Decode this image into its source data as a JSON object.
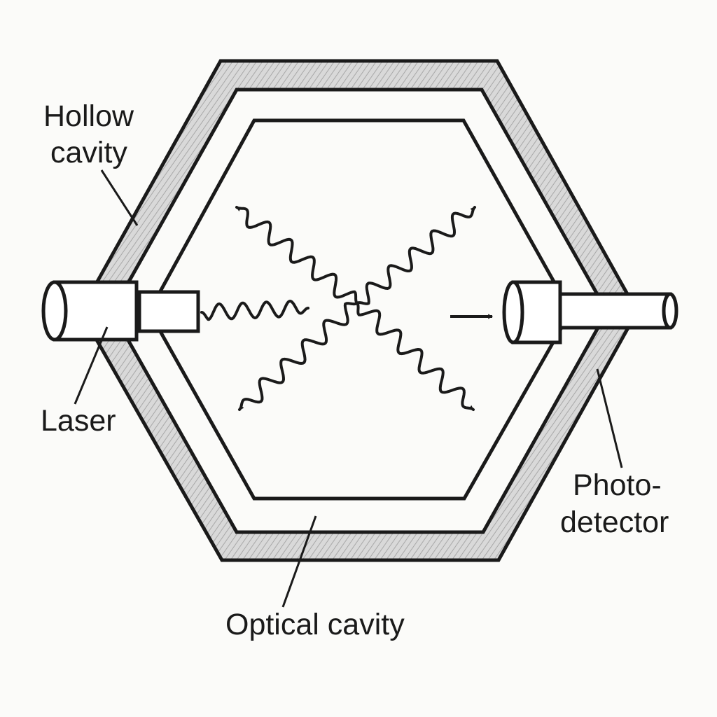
{
  "colors": {
    "background": "#fbfbf9",
    "ink": "#1a1a1a",
    "shell": "#d9d9d9",
    "hatch": "#a8a8a8"
  },
  "labels": {
    "hollow_cavity_line1": "Hollow",
    "hollow_cavity_line2": "cavity",
    "laser": "Laser",
    "photodetector_line1": "Photo-",
    "photodetector_line2": "detector",
    "optical_cavity": "Optical cavity"
  }
}
